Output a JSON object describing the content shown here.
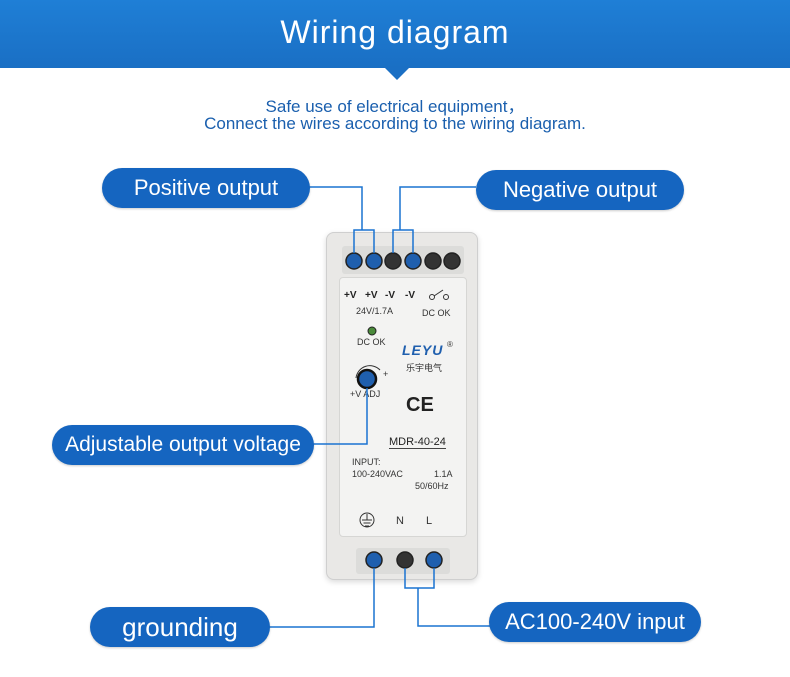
{
  "header": {
    "title": "Wiring diagram"
  },
  "intro": {
    "line1": "Safe use of electrical equipment，",
    "line2": "Connect the wires according to the wiring diagram."
  },
  "callouts": {
    "positive_output": "Positive output",
    "negative_output": "Negative output",
    "adjustable_voltage": "Adjustable output voltage",
    "grounding": "grounding",
    "ac_input": "AC100-240V input"
  },
  "device": {
    "terminal_labels": [
      "+V",
      "+V",
      "-V",
      "-V"
    ],
    "rating": "24V/1.7A",
    "dc_ok_label": "DC OK",
    "dc_ok_led_label": "DC OK",
    "brand": "LEYU",
    "brand_mark": "®",
    "brand_cn": "乐宇电气",
    "adj_label": "+V ADJ",
    "adj_plus": "+",
    "ce_mark": "CE",
    "model": "MDR-40-24",
    "input_label": "INPUT:",
    "input_range": "100-240VAC",
    "input_current": "1.1A",
    "input_freq": "50/60Hz",
    "bottom_labels": [
      "N",
      "L"
    ]
  },
  "colors": {
    "banner": "#1a6fc4",
    "pill": "#1565c0",
    "line": "#1a73d1",
    "subtitle": "#1a5fae"
  }
}
